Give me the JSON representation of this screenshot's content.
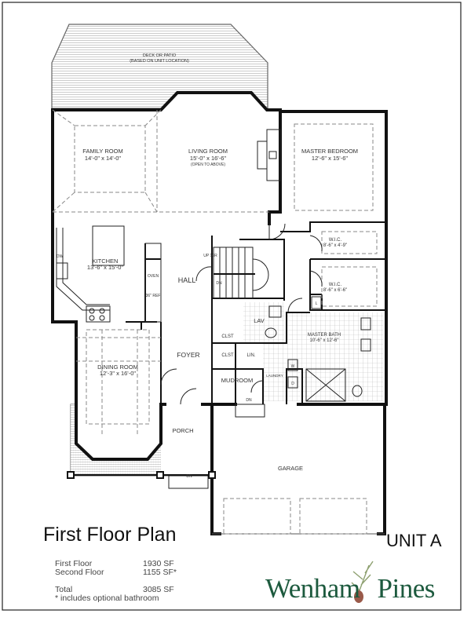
{
  "plan": {
    "title": "First Floor Plan",
    "unit": "UNIT A",
    "deck_label": "DECK OR PATIO",
    "deck_note": "(BASED ON UNIT LOCATION)",
    "rooms": {
      "family_room": {
        "name": "FAMILY ROOM",
        "size": "14'-0\" x 14'-0\""
      },
      "living_room": {
        "name": "LIVING ROOM",
        "size": "15'-0\" x 16'-6\"",
        "note": "(OPEN TO ABOVE)"
      },
      "master_bedroom": {
        "name": "MASTER BEDROOM",
        "size": "12'-6\" x 15'-6\""
      },
      "kitchen": {
        "name": "KITCHEN",
        "size": "13'-6\" x 15'-0\""
      },
      "wic1": {
        "name": "W.I.C.",
        "size": "8'-6\" x 4'-9\""
      },
      "wic2": {
        "name": "W.I.C.",
        "size": "8'-6\" x 6'-6\""
      },
      "hall": {
        "name": "HALL"
      },
      "lav": {
        "name": "LAV"
      },
      "master_bath": {
        "name": "MASTER BATH",
        "size": "10'-6\" x 12'-6\""
      },
      "foyer": {
        "name": "FOYER"
      },
      "dining_room": {
        "name": "DINING ROOM",
        "size": "12'-3\" x 16'-0\""
      },
      "clst1": {
        "name": "CLST"
      },
      "clst2": {
        "name": "CLST"
      },
      "lin": {
        "name": "LIN."
      },
      "mudroom": {
        "name": "MUDROOM"
      },
      "laundry": {
        "name": "LAUNDRY"
      },
      "porch": {
        "name": "PORCH"
      },
      "garage": {
        "name": "GARAGE"
      }
    },
    "fixtures": {
      "dw": "DW",
      "oven": "OVEN",
      "ref": "36\" REF",
      "stairs_up": "UP 16R",
      "dn": "DN",
      "washer": "W",
      "dryer": "D",
      "linen_l": "L"
    }
  },
  "stats": {
    "rows": [
      {
        "label": "First Floor",
        "value": "1930 SF"
      },
      {
        "label": "Second Floor",
        "value": "1155 SF*"
      },
      {
        "label": "Total",
        "value": "3085 SF"
      }
    ],
    "footnote": "* includes optional bathroom"
  },
  "logo": {
    "left": "Wenham",
    "right": "Pines",
    "color": "#1d5a3e",
    "icon": "pine-branch-cone-icon"
  }
}
